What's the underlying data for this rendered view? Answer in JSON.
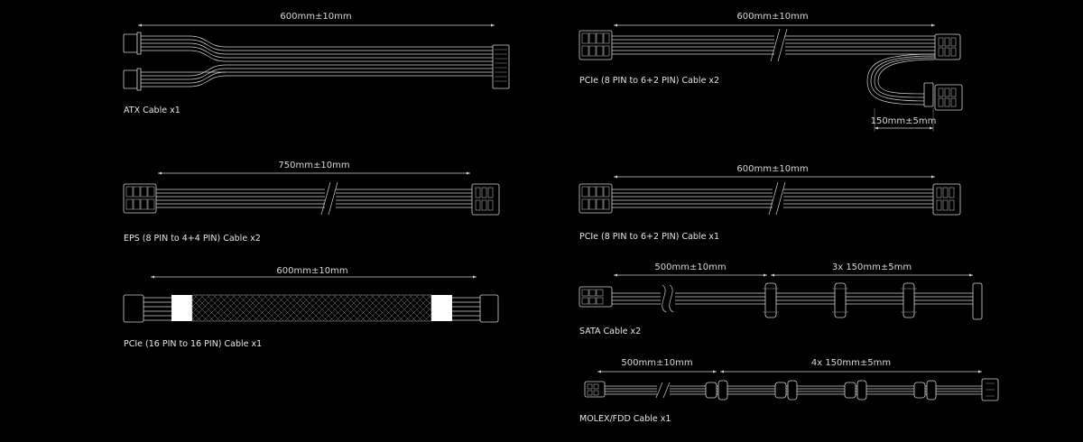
{
  "cables": {
    "atx": {
      "caption": "ATX Cable x1",
      "dim": "600mm±10mm"
    },
    "eps": {
      "caption": "EPS (8 PIN to 4+4 PIN) Cable x2",
      "dim": "750mm±10mm"
    },
    "pcie16": {
      "caption": "PCIe (16 PIN to 16 PIN) Cable x1",
      "dim": "600mm±10mm"
    },
    "pcie_split": {
      "caption": "PCIe (8 PIN to 6+2 PIN) Cable x2",
      "dim": "600mm±10mm",
      "dim2": "150mm±5mm"
    },
    "pcie_single": {
      "caption": "PCIe (8 PIN to 6+2 PIN) Cable x1",
      "dim": "600mm±10mm"
    },
    "sata": {
      "caption": "SATA Cable x2",
      "dim": "500mm±10mm",
      "dim2": "3x 150mm±5mm"
    },
    "molex": {
      "caption": "MOLEX/FDD Cable x1",
      "dim": "500mm±10mm",
      "dim2": "4x 150mm±5mm"
    }
  }
}
